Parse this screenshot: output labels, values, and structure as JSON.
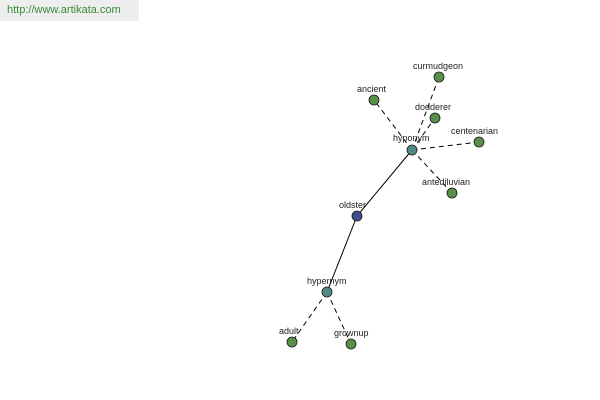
{
  "banner": {
    "url_text": "http://www.artikata.com"
  },
  "colors": {
    "leaf": "#5a8f4a",
    "relation": "#4f8a86",
    "center": "#3f4f8c"
  },
  "graph": {
    "nodes": [
      {
        "id": "oldster",
        "label": "oldster",
        "kind": "center"
      },
      {
        "id": "hyponym",
        "label": "hyponym",
        "kind": "relation"
      },
      {
        "id": "hypernym",
        "label": "hypernym",
        "kind": "relation"
      },
      {
        "id": "curmudgeon",
        "label": "curmudgeon",
        "kind": "leaf"
      },
      {
        "id": "ancient",
        "label": "ancient",
        "kind": "leaf"
      },
      {
        "id": "dodderer",
        "label": "dodderer",
        "kind": "leaf"
      },
      {
        "id": "centenarian",
        "label": "centenarian",
        "kind": "leaf"
      },
      {
        "id": "antediluvian",
        "label": "antediluvian",
        "kind": "leaf"
      },
      {
        "id": "adult",
        "label": "adult",
        "kind": "leaf"
      },
      {
        "id": "grownup",
        "label": "grownup",
        "kind": "leaf"
      }
    ],
    "edges": [
      {
        "from": "oldster",
        "to": "hyponym",
        "style": "solid"
      },
      {
        "from": "oldster",
        "to": "hypernym",
        "style": "solid"
      },
      {
        "from": "hyponym",
        "to": "curmudgeon",
        "style": "dashed"
      },
      {
        "from": "hyponym",
        "to": "ancient",
        "style": "dashed"
      },
      {
        "from": "hyponym",
        "to": "dodderer",
        "style": "dashed"
      },
      {
        "from": "hyponym",
        "to": "centenarian",
        "style": "dashed"
      },
      {
        "from": "hyponym",
        "to": "antediluvian",
        "style": "dashed"
      },
      {
        "from": "hypernym",
        "to": "adult",
        "style": "dashed"
      },
      {
        "from": "hypernym",
        "to": "grownup",
        "style": "dashed"
      }
    ]
  }
}
